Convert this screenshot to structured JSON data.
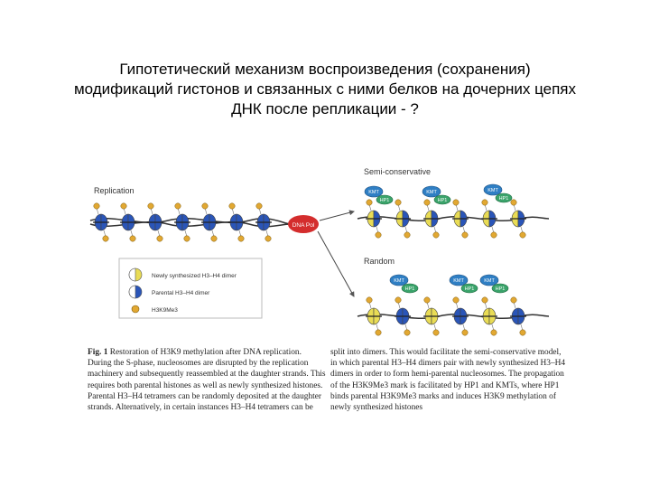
{
  "slide": {
    "title_lines": [
      "Гипотетический механизм воспроизведения (сохранения)",
      "модификаций гистонов и связанных с ними белков на дочерних цепях",
      "ДНК после репликации - ?"
    ]
  },
  "figure": {
    "label_replication": "Replication",
    "label_semi": "Semi-conservative",
    "label_random": "Random",
    "label_dnapol": "DNA Pol",
    "kmt": "KMT",
    "hp1": "HP1",
    "legend": [
      {
        "label": "Newly synthesized H3–H4 dimer"
      },
      {
        "label": "Parental H3–H4 dimer"
      },
      {
        "label": "H3K9Me3"
      }
    ],
    "colors": {
      "parental": "#2a55b8",
      "newly": "#e9dc55",
      "mark": "#e2a832",
      "dnapol": "#d42d2d",
      "kmt": "#2f7fc4",
      "hp1": "#3aa36a"
    }
  },
  "caption": {
    "fig_label": "Fig. 1",
    "left_lines": [
      "Restoration of H3K9 methylation after DNA replication.",
      "During the S-phase, nucleosomes are disrupted by the replication",
      "machinery and subsequently reassembled at the daughter strands. This",
      "requires both parental histones as well as newly synthesized histones.",
      "Parental H3–H4 tetramers can be randomly deposited at the daughter",
      "strands. Alternatively, in certain instances H3–H4 tetramers can be"
    ],
    "right_lines": [
      "split into dimers. This would facilitate the semi-conservative model,",
      "in which parental H3–H4 dimers pair with newly synthesized H3–H4",
      "dimers in order to form hemi-parental nucleosomes. The propagation",
      "of the H3K9Me3 mark is facilitated by HP1 and KMTs, where HP1",
      "binds parental H3K9Me3 marks and induces H3K9 methylation of",
      "newly synthesized histones"
    ]
  }
}
